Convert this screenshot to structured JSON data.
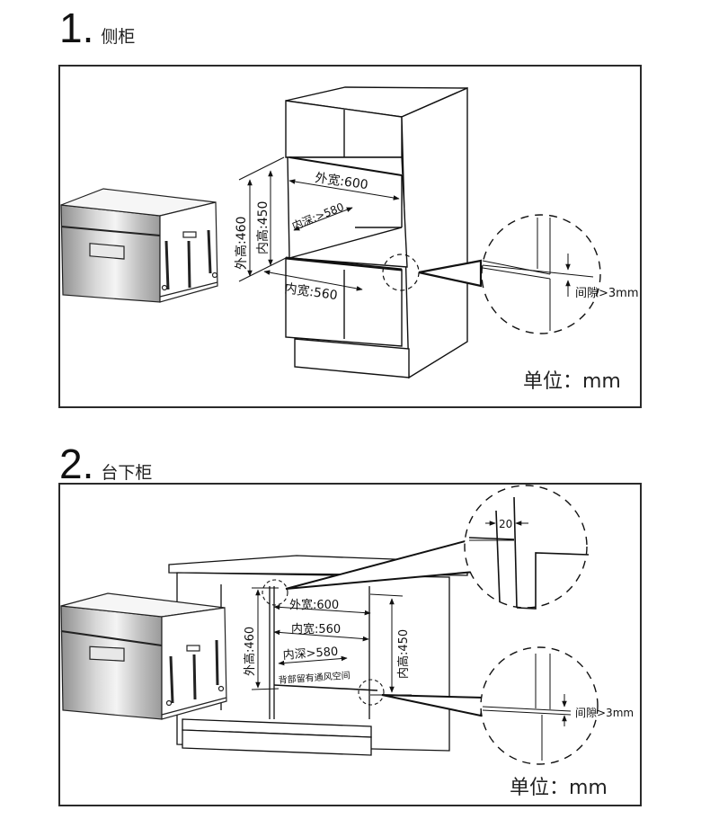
{
  "section1": {
    "number": "1",
    "title": "侧柜",
    "labels": {
      "outer_width": "外宽:600",
      "inner_depth": "内深:>580",
      "outer_height": "外高:460",
      "inner_height": "内高:450",
      "inner_width": "内宽:560",
      "gap": "间隙>3mm"
    },
    "unit": "单位：mm"
  },
  "section2": {
    "number": "2",
    "title": "台下柜",
    "labels": {
      "outer_width": "外宽:600",
      "inner_width": "内宽:560",
      "inner_depth": "内深>580",
      "ventilation": "背部留有通风空间",
      "outer_height": "外高:460",
      "inner_height": "内高:450",
      "clearance": "20",
      "gap": "间隙>3mm"
    },
    "unit": "单位：mm"
  }
}
